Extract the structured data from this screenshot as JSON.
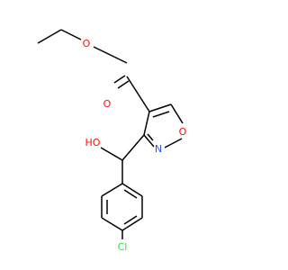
{
  "molecule": {
    "atom_labels": {
      "ester_carbonyl_o": "O",
      "ester_ether_o": "O",
      "hydroxyl": "HO",
      "ring_n": "N",
      "ring_o": "O",
      "chlorine": "Cl"
    },
    "colors": {
      "bond": "#000000",
      "oxygen": "#ff0d0d",
      "nitrogen": "#3050f8",
      "chlorine": "#1ff01f"
    }
  }
}
